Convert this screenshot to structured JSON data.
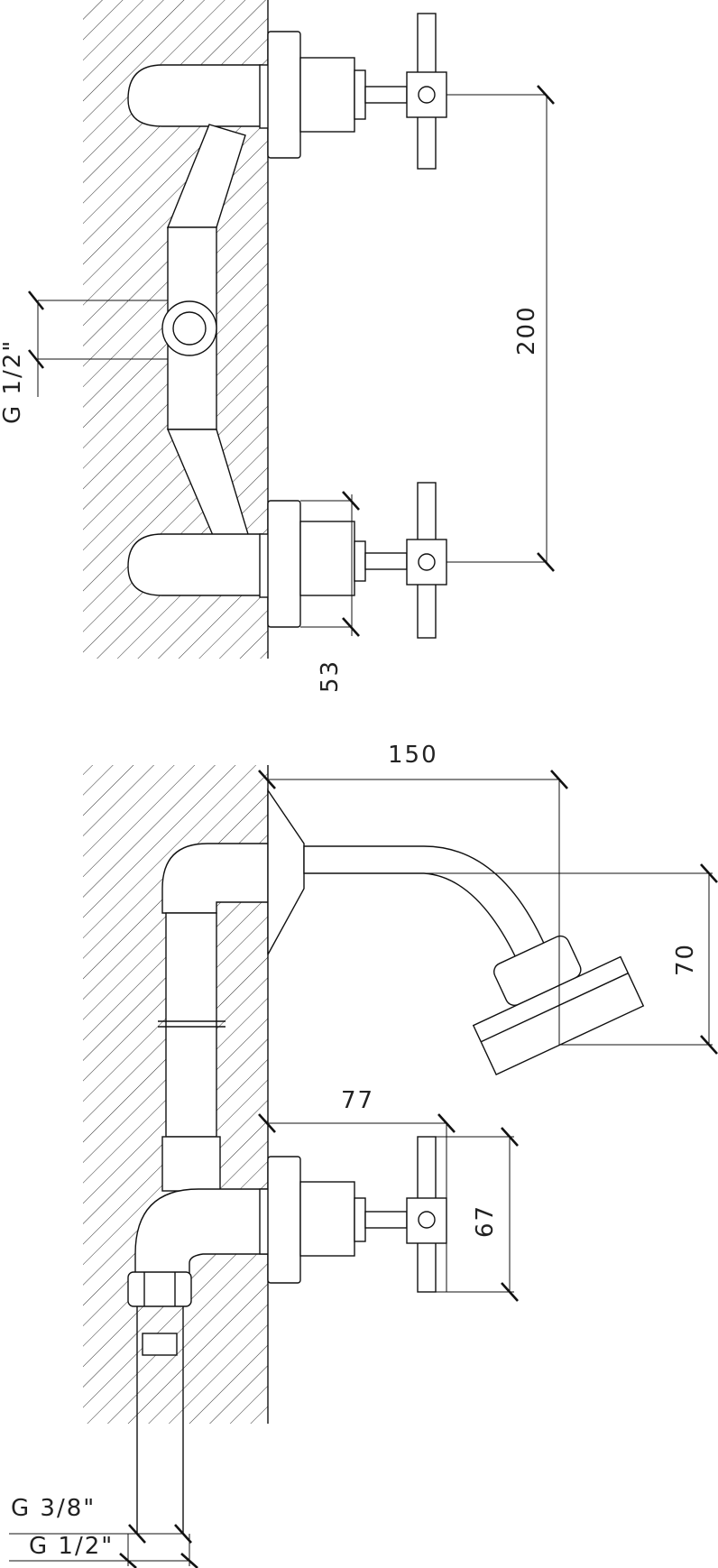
{
  "dimensions": {
    "thread_inlet_top": "G 1/2\"",
    "handle_spacing": "200",
    "body_depth": "53",
    "spout_reach": "150",
    "head_drop": "70",
    "valve_projection": "77",
    "handle_length": "67",
    "thread_inner": "G 3/8\"",
    "thread_outer": "G 1/2\""
  },
  "colors": {
    "line": "#111111",
    "background": "#ffffff"
  }
}
